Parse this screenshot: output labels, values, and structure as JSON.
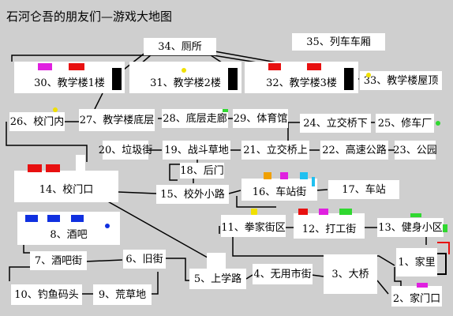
{
  "title": "石河仑吾的朋友们—游戏大地图",
  "nodes": {
    "n34": "34、厕所",
    "n35": "35、列车车厢",
    "n30": "30、教学楼1楼",
    "n31": "31、教学楼2楼",
    "n32": "32、教学楼3楼",
    "n33": "33、教学楼屋顶",
    "n26": "26、校门内",
    "n27": "27、教学楼底层",
    "n28": "28、底层走廊",
    "n29": "29、体育馆",
    "n24": "24、立交桥下",
    "n25": "25、修车厂",
    "n20": "20、垃圾街",
    "n19": "19、战斗草地",
    "n21": "21、立交桥上",
    "n22": "22、高速公路",
    "n23": "23、公园",
    "n18": "18、后门",
    "n14": "14、校门口",
    "n15": "15、校外小路",
    "n16": "16、车站街",
    "n17": "17、车站",
    "n11": "11、拳家街区",
    "n12": "12、打工街",
    "n13": "13、健身小区",
    "n8": "8、酒吧",
    "n7": "7、酒吧街",
    "n6": "6、旧街",
    "n1": "1、家里",
    "n4": "4、无用市街",
    "n3": "3、大桥",
    "n5": "5、上学路",
    "n10": "10、钓鱼码头",
    "n9": "9、荒草地",
    "n2": "2、家门口"
  },
  "colors": {
    "background": "#cfcfcf",
    "box": "#ffffff",
    "magenta": "#e020e0",
    "red": "#e81010",
    "yellow": "#f0e000",
    "green": "#30d830",
    "blue": "#1030e0",
    "orange": "#f0a000",
    "cyan": "#20c0f0",
    "black": "#000000"
  }
}
